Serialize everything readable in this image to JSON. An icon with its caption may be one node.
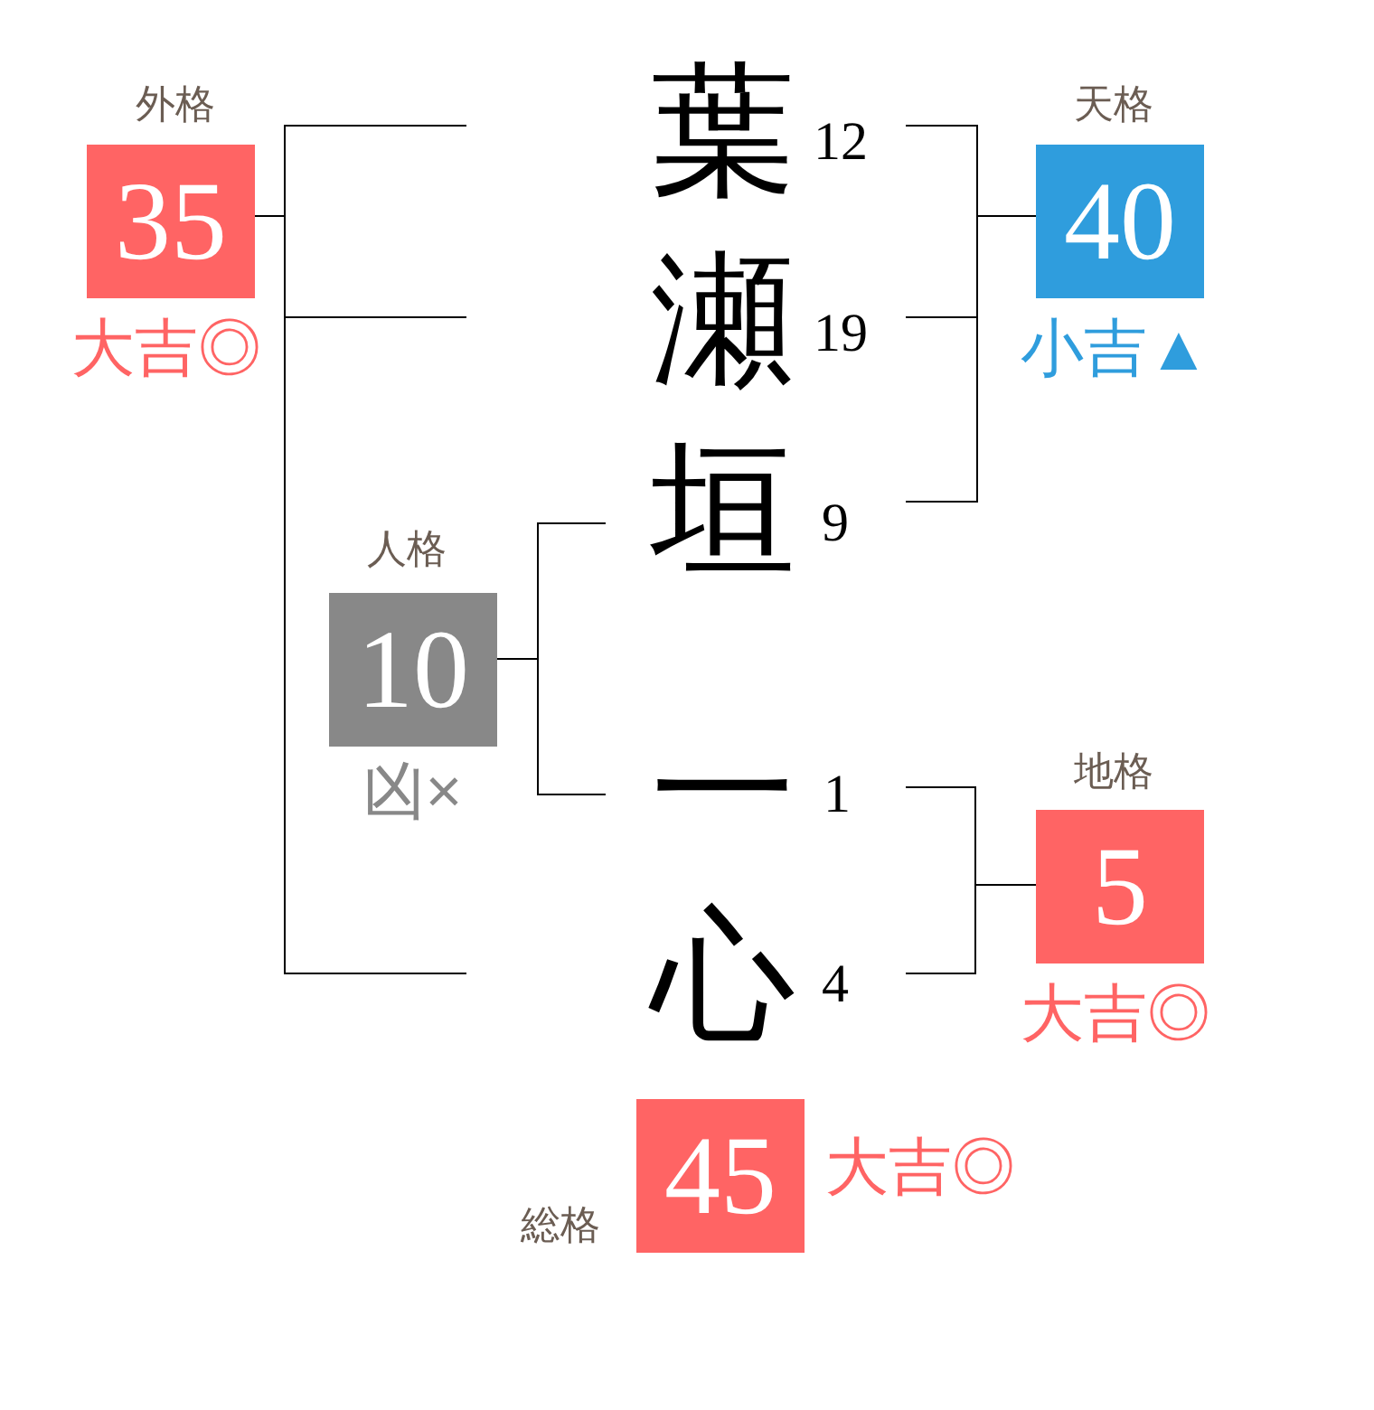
{
  "diagram": {
    "nodes": [
      {
        "text": [
          "外格",
          "35"
        ],
        "beside": [
          "大吉◎"
        ]
      },
      {
        "text": [
          "葉"
        ],
        "beside": [
          "12"
        ]
      },
      {
        "text": [
          "天格",
          "40"
        ],
        "beside": [
          "小吉▲"
        ]
      },
      {
        "text": [
          "瀬"
        ],
        "beside": [
          "19"
        ]
      },
      {
        "text": [
          "垣"
        ],
        "beside": [
          "9"
        ]
      },
      {
        "text": [
          "人格",
          "10"
        ],
        "beside": [
          "凶×"
        ]
      },
      {
        "text": [
          "一"
        ],
        "beside": [
          "1"
        ]
      },
      {
        "text": [
          "地格",
          "5"
        ],
        "beside": [
          "大吉◎"
        ]
      },
      {
        "text": [
          "心"
        ],
        "beside": [
          "4"
        ]
      },
      {
        "text": [
          "総格",
          "45"
        ],
        "beside": [
          "大吉◎"
        ]
      }
    ],
    "edges": [
      {
        "from": 0,
        "to": null,
        "arrow": "none"
      },
      {
        "from": 0,
        "to": null,
        "arrow": "none"
      },
      {
        "from": 0,
        "to": null,
        "arrow": "none"
      },
      {
        "from": 2,
        "to": 1,
        "arrow": "none"
      },
      {
        "from": 2,
        "to": 3,
        "arrow": "none"
      },
      {
        "from": 2,
        "to": 4,
        "arrow": "none"
      },
      {
        "from": 5,
        "to": 4,
        "arrow": "none"
      },
      {
        "from": 5,
        "to": 6,
        "arrow": "none"
      },
      {
        "from": 7,
        "to": 6,
        "arrow": "none"
      },
      {
        "from": 7,
        "to": 8,
        "arrow": "none"
      }
    ]
  }
}
